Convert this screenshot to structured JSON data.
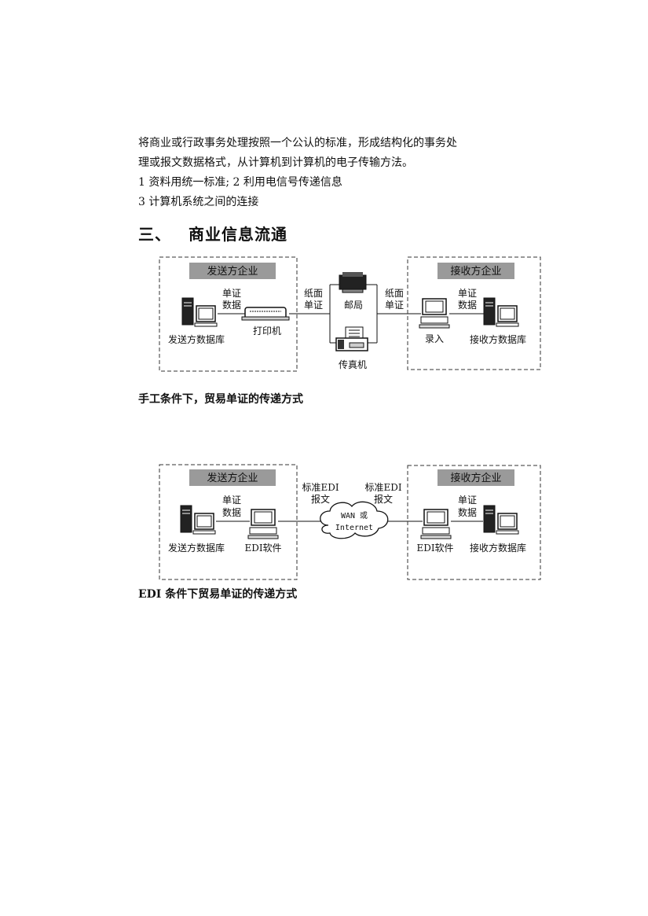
{
  "paragraphs": [
    "将商业或行政事务处理按照一个公认的标准，形成结构化的事务处",
    "理或报文数据格式，从计算机到计算机的电子传输方法。",
    "1 资料用统一标准; 2 利用电信号传递信息",
    "3 计算机系统之间的连接"
  ],
  "section": {
    "number": "三、",
    "title": "商业信息流通"
  },
  "diagram1": {
    "sender_box": "发送方企业",
    "receiver_box": "接收方企业",
    "sender_db": "发送方数据库",
    "doc_data_l1": "单证",
    "doc_data_l2": "数据",
    "printer": "打印机",
    "paper_l1": "纸面",
    "paper_l2": "单证",
    "post_office": "邮局",
    "fax": "传真机",
    "entry": "录入",
    "receiver_db": "接收方数据库",
    "caption": "手工条件下，贸易单证的传递方式"
  },
  "diagram2": {
    "sender_box": "发送方企业",
    "receiver_box": "接收方企业",
    "sender_db": "发送方数据库",
    "doc_data_l1": "单证",
    "doc_data_l2": "数据",
    "edi_software": "EDI软件",
    "edi_msg_l1": "标准EDI",
    "edi_msg_l2": "报文",
    "cloud_l1": "WAN 或",
    "cloud_l2": "Internet",
    "receiver_db": "接收方数据库",
    "caption": "EDI 条件下贸易单证的传递方式"
  }
}
